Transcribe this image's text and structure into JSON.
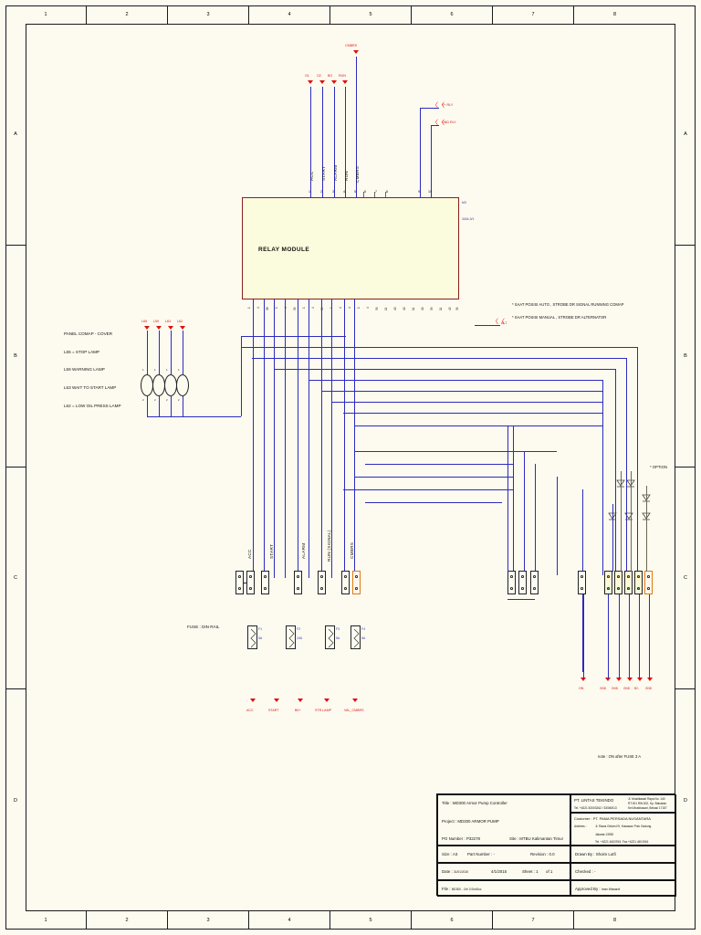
{
  "sheet": {
    "zone_columns": [
      "1",
      "2",
      "3",
      "4",
      "5",
      "6",
      "7",
      "8"
    ],
    "zone_rows": [
      "A",
      "B",
      "C",
      "D"
    ]
  },
  "relay_module": {
    "label": "RELAY MODULE",
    "side_tag_1": "M3",
    "side_tag_2": "3404-3/1",
    "top_pins": [
      "1",
      "2",
      "3",
      "4",
      "5",
      "6",
      "7",
      "8",
      "9",
      "10"
    ],
    "bottom_pins": [
      "1",
      "4",
      "38",
      "1",
      "4",
      "39",
      "1",
      "4",
      "39",
      "1",
      "4",
      "4",
      "1",
      "4",
      "39",
      "11",
      "40",
      "40",
      "11",
      "40",
      "39",
      "11",
      "42",
      "39"
    ]
  },
  "top_nets": {
    "signal_labels": [
      "ACC",
      "START",
      "ALARM",
      "RUN",
      "CMBRS"
    ],
    "tags": [
      "O1",
      "O2",
      "BO",
      "RUN"
    ],
    "cmbrs_tag": "CMBRS",
    "right_tags": [
      "V+ RLY",
      "GND RLY"
    ]
  },
  "left_panel": {
    "title": "PANEL COMAP - COVER",
    "lines": [
      "L65 = STOP LAMP",
      "L59 WARNING LAMP",
      "L63 WAIT TO START LAMP",
      "L62 = LOW OIL PRESS LAMP"
    ],
    "lamp_tags": [
      "L65",
      "L59",
      "L63",
      "L62"
    ],
    "terminal_top_nums": [
      "1",
      "1",
      "1",
      "1"
    ],
    "terminal_bottom_nums": [
      "2",
      "2",
      "2",
      "2"
    ]
  },
  "right_notes": {
    "line1": "* SAAT POSISI  AUTO ,  STROBE DR SIGNAL RUNNING COMAP",
    "line2": "* SAAT POSISI  MANUAL ,  STROBE DR ALTERNATOR",
    "alt_tag": "ALT",
    "option_label": "* OPTION",
    "fuse_note": "note : ON after FUSE 3 A"
  },
  "terminal_section": {
    "fuse_rail_label": "FUSE : DIN RAIL",
    "column_labels": [
      "ACC",
      "START",
      "ALARM",
      "RUN (SIGNAL)",
      "CMBRS"
    ],
    "fuses": [
      {
        "name": "F1",
        "rating": "5A"
      },
      {
        "name": "F2",
        "rating": "10A"
      },
      {
        "name": "F3",
        "rating": "5A"
      },
      {
        "name": "F4",
        "rating": "5A"
      }
    ],
    "bottom_tags": [
      "ACC",
      "START",
      "B0+",
      "STR LAMP",
      "VAL_CMBRS"
    ],
    "right_bottom_tags": [
      "ON",
      "GND",
      "GND",
      "GND",
      "B2-",
      "GND"
    ]
  },
  "title_block": {
    "title_label": "Title :",
    "title_value": "MD300 Armor Pump Controller",
    "project_label": "Project :",
    "project_value": "MD300 ARMOR PUMP",
    "po_label": "PO Number :",
    "po_value": "P32278",
    "site_label": "Site :",
    "site_value": "MTBU Kalimantan Timur",
    "size_label": "Size :",
    "size_value": "A3",
    "partnumber_label": "Part Number :",
    "partnumber_value": "-",
    "revision_label": "Revision :",
    "revision_value": "0.0",
    "date_label": "Date :",
    "date_value": "31/01/2015",
    "date_value2": "4/1/2015",
    "sheet_label": "Sheet :",
    "sheet_value": "1",
    "sheet_of": "of",
    "sheet_total": "1",
    "file_label": "File :",
    "file_value": "MD300 - Ctrl 3.SchDoc",
    "company": "PT. LINTAS TEKINDO",
    "company_tel": "Tel. +6221 82003262 / 33080013",
    "company_addr1": "Jl. Mustikasari Raya No. 140",
    "company_addr2": "RT.001 RW.002, Kp. Babakan",
    "company_addr3": "Kel.Mustikasari, Bekasi 17157",
    "customer_label": "Customer :",
    "customer_value": "PT. PAMA PERSADA NUSANTARA",
    "address_label": "Address :",
    "address_value1": "Jl. Rawa Gelam I/9, Kawasan Pulo Gadung",
    "address_value2": "Jakarta 13930",
    "address_value3": "Tel. +6221 4602915, Fax.+6221 4601916",
    "drawnby_label": "Drawn By :",
    "drawnby_value": "Shoim Lutfi",
    "checked_label": "Checked :",
    "checked_value": "-",
    "approved_label": "Approved By :",
    "approved_value": "Iman Wawardi"
  }
}
